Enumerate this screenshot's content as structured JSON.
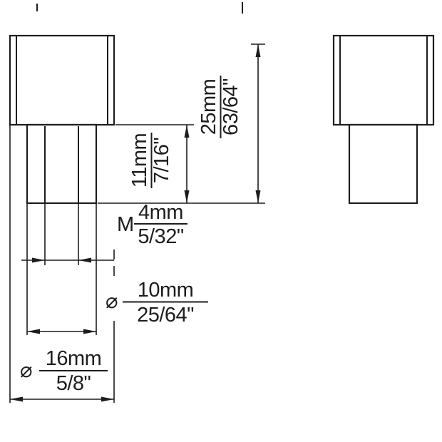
{
  "drawing": {
    "type": "technical-dimension-drawing",
    "colors": {
      "ink": "#1d1d1d",
      "background": "#ffffff"
    },
    "dims": {
      "total_height": {
        "mm": "25mm",
        "inch": "63/64\""
      },
      "stem_height": {
        "mm": "11mm",
        "inch": "7/16\""
      },
      "thread": {
        "prefix": "M",
        "mm": "4mm",
        "inch": "5/32\""
      },
      "stem_diameter": {
        "symbol": "⌀",
        "mm": "10mm",
        "inch": "25/64\""
      },
      "head_diameter": {
        "symbol": "⌀",
        "mm": "16mm",
        "inch": "5/8\""
      }
    }
  }
}
